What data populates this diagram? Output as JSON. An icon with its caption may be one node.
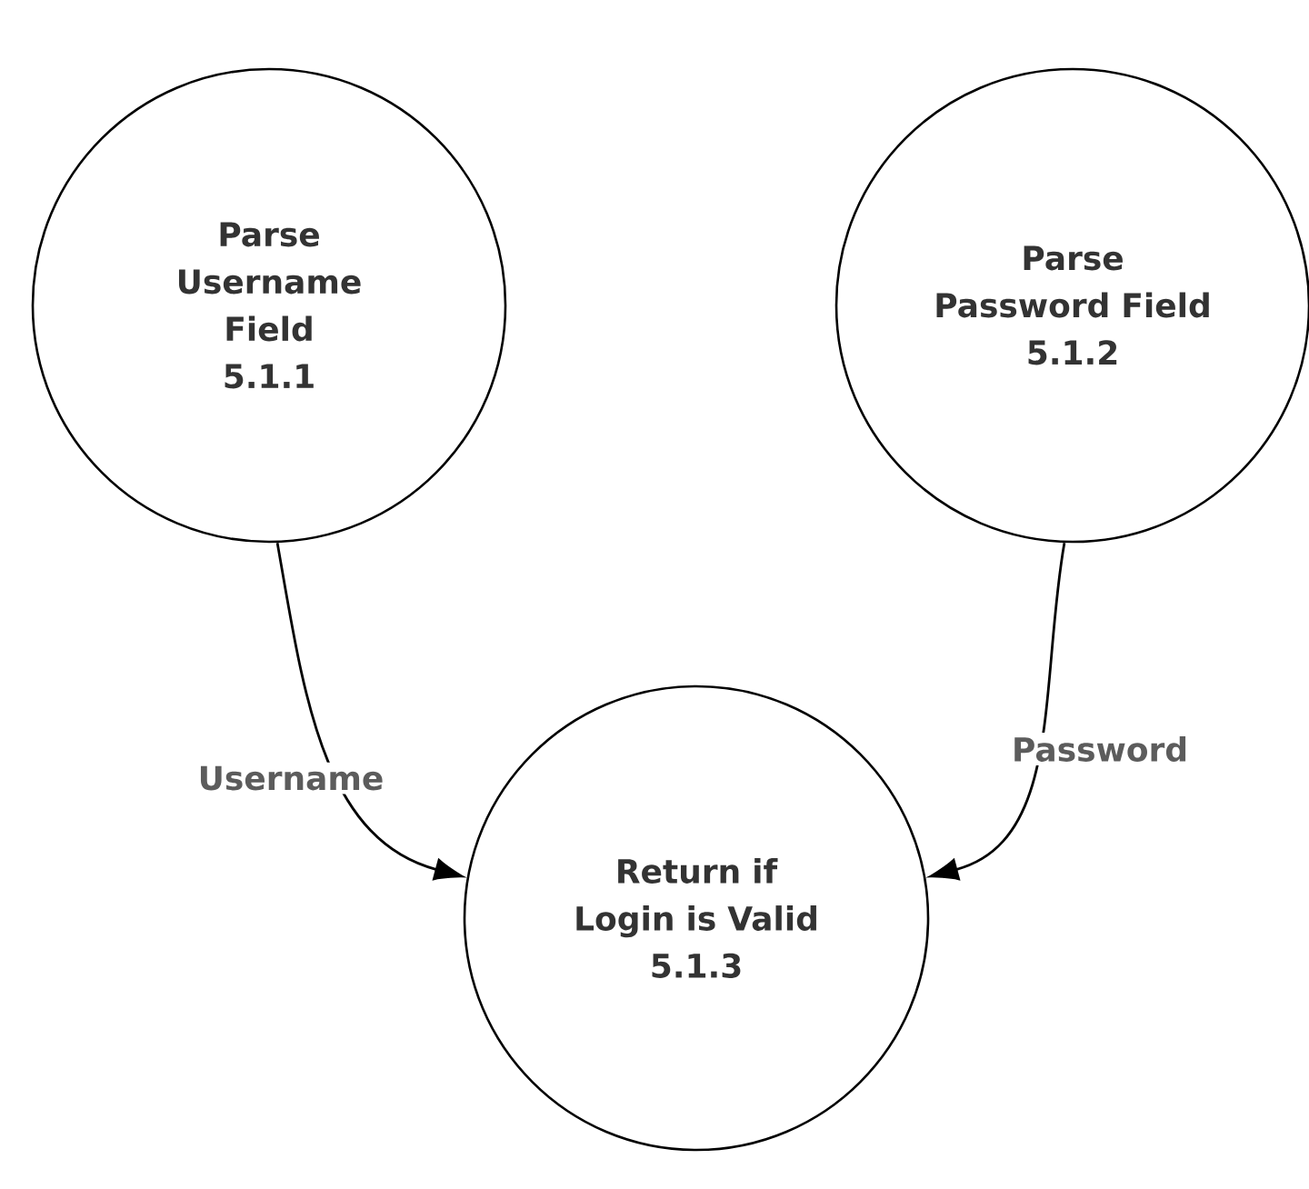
{
  "diagram": {
    "nodes": [
      {
        "text": [
          "Parse Username Field",
          "5.1.1"
        ]
      },
      {
        "text": [
          "Parse Password Field",
          "5.1.2"
        ]
      },
      {
        "text": [
          "Return if Login is Valid",
          "5.1.3"
        ]
      }
    ],
    "edges": [
      {
        "from": 0,
        "to": 2,
        "arrow": "to",
        "label": "Username"
      },
      {
        "from": 1,
        "to": 2,
        "arrow": "to",
        "label": "Password"
      }
    ]
  }
}
